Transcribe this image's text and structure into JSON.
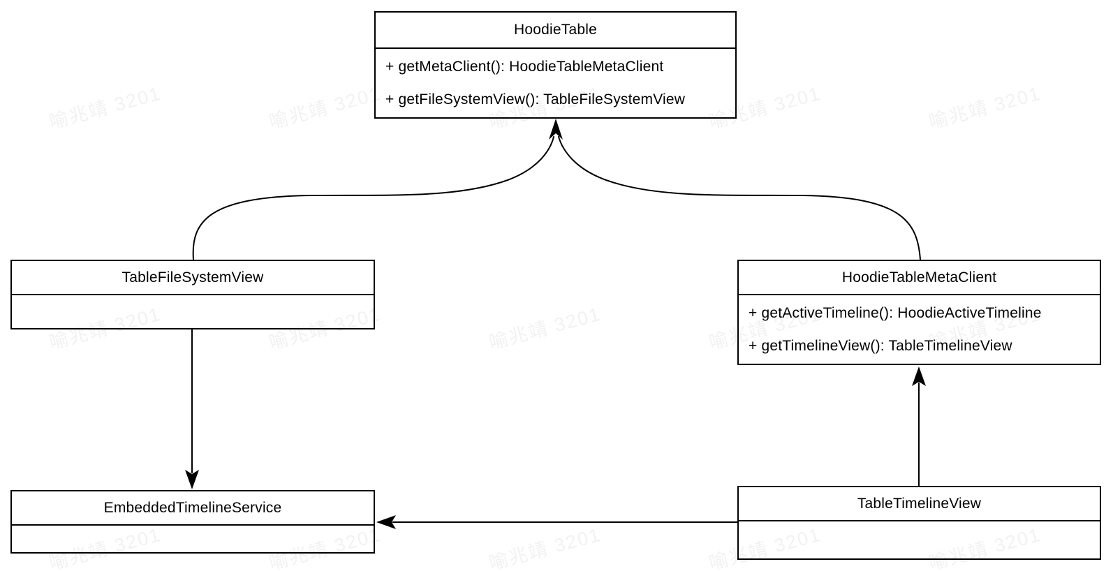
{
  "diagram": {
    "type": "uml-class-diagram",
    "classes": [
      {
        "title": "HoodieTable",
        "methods": [
          "+ getMetaClient(): HoodieTableMetaClient",
          "+ getFileSystemView(): TableFileSystemView"
        ]
      },
      {
        "title": "TableFileSystemView",
        "methods": []
      },
      {
        "title": "HoodieTableMetaClient",
        "methods": [
          "+ getActiveTimeline(): HoodieActiveTimeline",
          "+ getTimelineView(): TableTimelineView"
        ]
      },
      {
        "title": "EmbeddedTimelineService",
        "methods": []
      },
      {
        "title": "TableTimelineView",
        "methods": []
      }
    ],
    "edges": [
      {
        "from": "TableFileSystemView",
        "to": "HoodieTable",
        "style": "curved-arrow"
      },
      {
        "from": "HoodieTableMetaClient",
        "to": "HoodieTable",
        "style": "curved-arrow"
      },
      {
        "from": "TableFileSystemView",
        "to": "EmbeddedTimelineService",
        "style": "straight-arrow"
      },
      {
        "from": "TableTimelineView",
        "to": "HoodieTableMetaClient",
        "style": "straight-arrow"
      },
      {
        "from": "TableTimelineView",
        "to": "EmbeddedTimelineService",
        "style": "straight-arrow"
      }
    ],
    "watermark": {
      "text": "喻兆靖 3201"
    },
    "colors": {
      "line": "#000000",
      "text": "#000000",
      "box_fill": "#ffffff",
      "background": "#ffffff",
      "watermark": "rgba(0,0,0,0.055)"
    }
  }
}
